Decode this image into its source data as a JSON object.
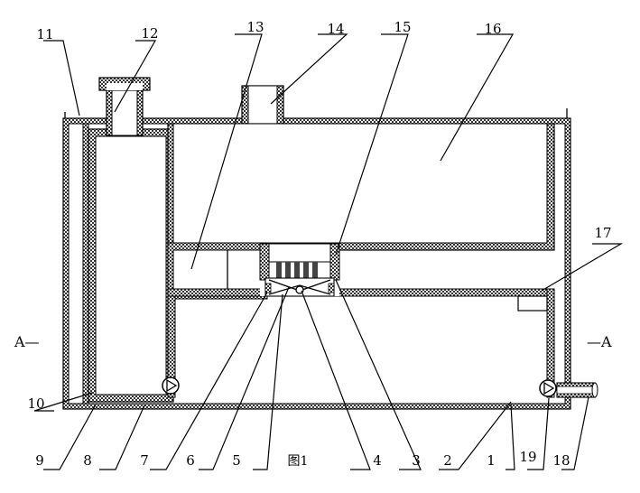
{
  "figure": {
    "caption": "图1",
    "section_left": "A—",
    "section_right": "—A",
    "part_labels": [
      "1",
      "2",
      "3",
      "4",
      "5",
      "6",
      "7",
      "8",
      "9",
      "10",
      "11",
      "12",
      "13",
      "14",
      "15",
      "16",
      "17",
      "18",
      "19"
    ]
  }
}
